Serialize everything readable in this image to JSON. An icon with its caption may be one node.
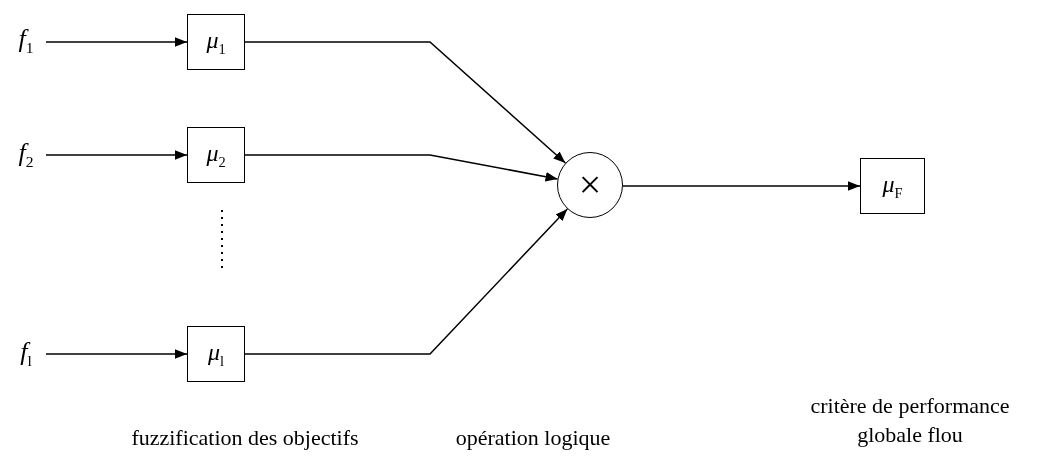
{
  "diagram": {
    "nodes": [
      {
        "text": [
          "*f*$_{1}$"
        ]
      },
      {
        "text": [
          "*μ*$_{1}$"
        ]
      },
      {
        "text": [
          "*f*$_{2}$"
        ]
      },
      {
        "text": [
          "*μ*$_{2}$"
        ]
      },
      {
        "text": [
          "*f*$_{l}$"
        ]
      },
      {
        "text": [
          "*μ*$_{l}$"
        ]
      },
      {
        "text": [
          "×"
        ]
      },
      {
        "text": [
          "*μ*$_{F}$"
        ]
      }
    ],
    "edges": [
      {
        "from": 0,
        "to": 1,
        "arrow": "to"
      },
      {
        "from": 2,
        "to": 3,
        "arrow": "to"
      },
      {
        "from": 4,
        "to": 5,
        "arrow": "to"
      },
      {
        "from": 1,
        "to": 6,
        "arrow": "to"
      },
      {
        "from": 3,
        "to": 6,
        "arrow": "to"
      },
      {
        "from": 5,
        "to": 6,
        "arrow": "to"
      },
      {
        "from": 6,
        "to": 7,
        "arrow": "to"
      }
    ],
    "labels": [
      "fuzzification des objectifs",
      "opération logique",
      "critère de performance globale flou"
    ]
  }
}
